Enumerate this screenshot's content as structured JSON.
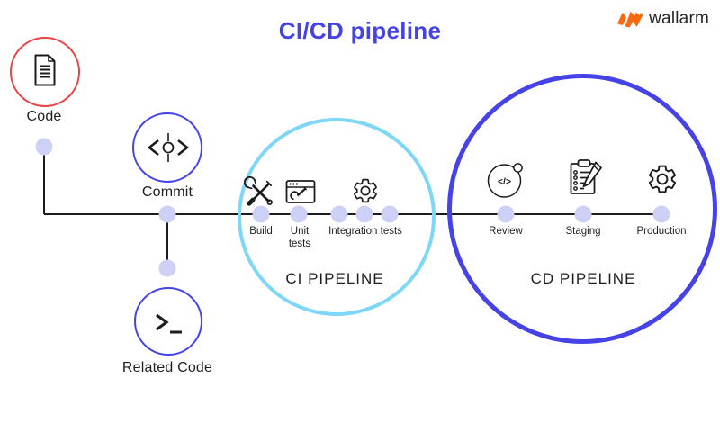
{
  "title": "CI/CD pipeline",
  "logo": {
    "brand": "wallarm"
  },
  "colors": {
    "blue": "#4543e8",
    "cyan": "#7ed7f7",
    "red": "#ee4343",
    "dot": "#ced1f6",
    "ink": "#1c1c1c",
    "orange": "#f9690f",
    "text": "#1f1f1f"
  },
  "nodes": {
    "code": "Code",
    "commit": "Commit",
    "related_code": "Related Code"
  },
  "ci": {
    "label": "CI PIPELINE",
    "steps": [
      {
        "label": "Build"
      },
      {
        "label": "Unit tests"
      },
      {
        "label": "Integration tests"
      }
    ]
  },
  "cd": {
    "label": "CD PIPELINE",
    "steps": [
      {
        "label": "Review"
      },
      {
        "label": "Staging"
      },
      {
        "label": "Production"
      }
    ]
  },
  "icons": {
    "review_glyph": "</>"
  }
}
